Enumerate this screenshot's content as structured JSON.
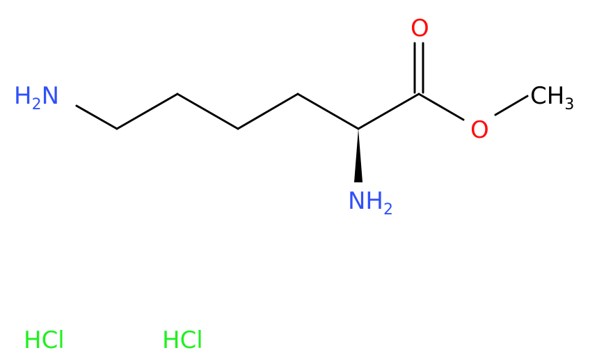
{
  "atoms": {
    "amine_terminal": {
      "main": "H",
      "sub": "2",
      "tail": "N"
    },
    "amine_alpha": {
      "main": "NH",
      "sub": "2"
    },
    "carbonyl_oxygen": {
      "main": "O"
    },
    "ester_oxygen": {
      "main": "O"
    },
    "methyl": {
      "main": "CH",
      "sub": "3"
    }
  },
  "salts": [
    {
      "label": "HCl"
    },
    {
      "label": "HCl"
    }
  ],
  "colors": {
    "bond": "#000000",
    "nitrogen": "#3050F8",
    "oxygen": "#FF0D0D",
    "carbon": "#000000",
    "chlorine_salt": "#1FF01F"
  }
}
